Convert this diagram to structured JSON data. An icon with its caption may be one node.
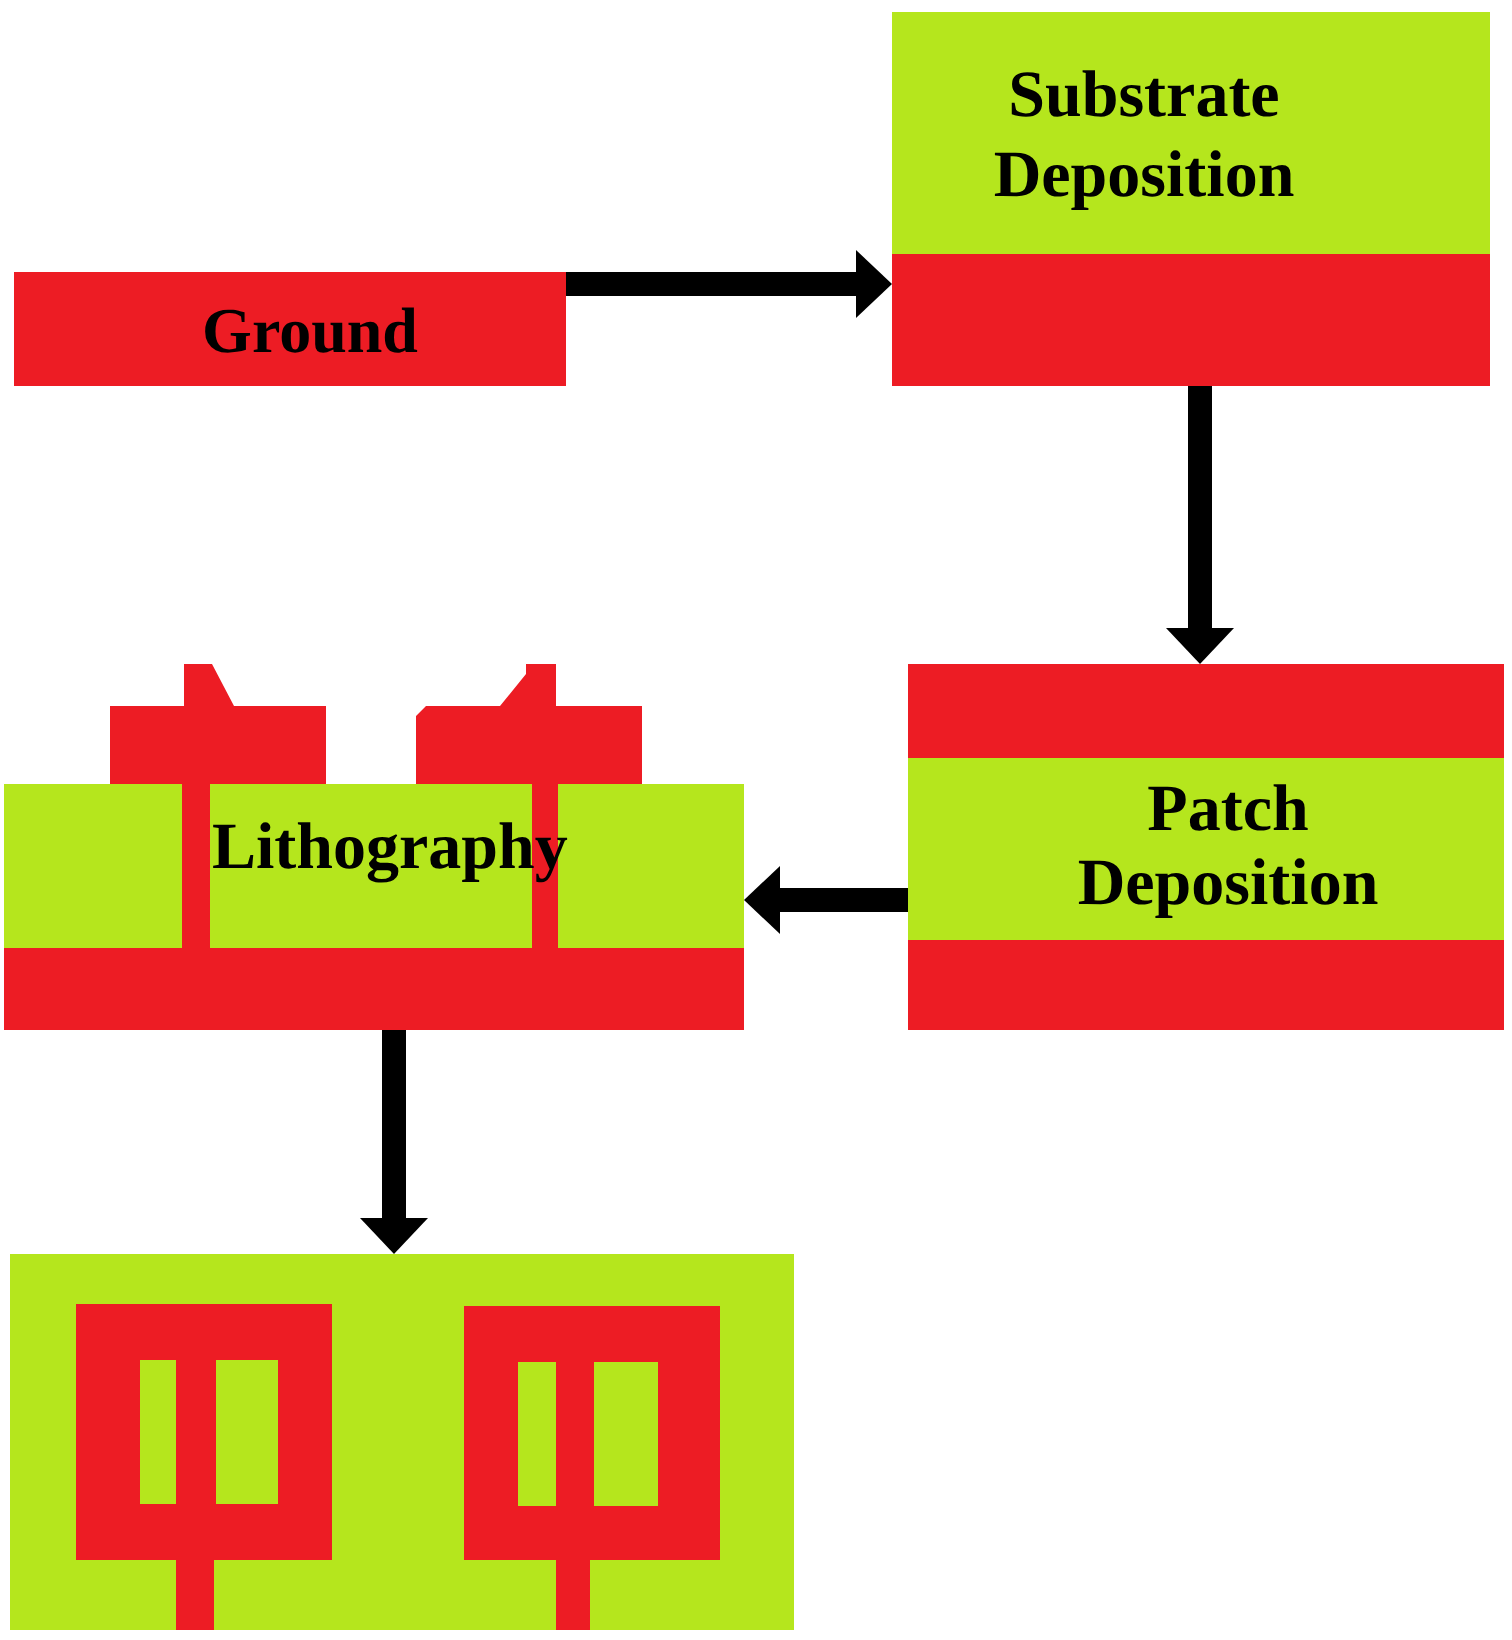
{
  "diagram": {
    "nodes": [
      {
        "text": [
          "Ground"
        ]
      },
      {
        "text": [
          "Substrate Deposition"
        ]
      },
      {
        "text": [
          "Patch Deposition"
        ]
      },
      {
        "text": [
          "Lithography"
        ]
      },
      {
        "text": [],
        "shape": "picture"
      }
    ],
    "edges": [
      {
        "from": 0,
        "to": 1,
        "arrow": "to"
      },
      {
        "from": 1,
        "to": 2,
        "arrow": "to"
      },
      {
        "from": 2,
        "to": 3,
        "arrow": "to"
      },
      {
        "from": 3,
        "to": 4,
        "arrow": "to"
      }
    ]
  }
}
